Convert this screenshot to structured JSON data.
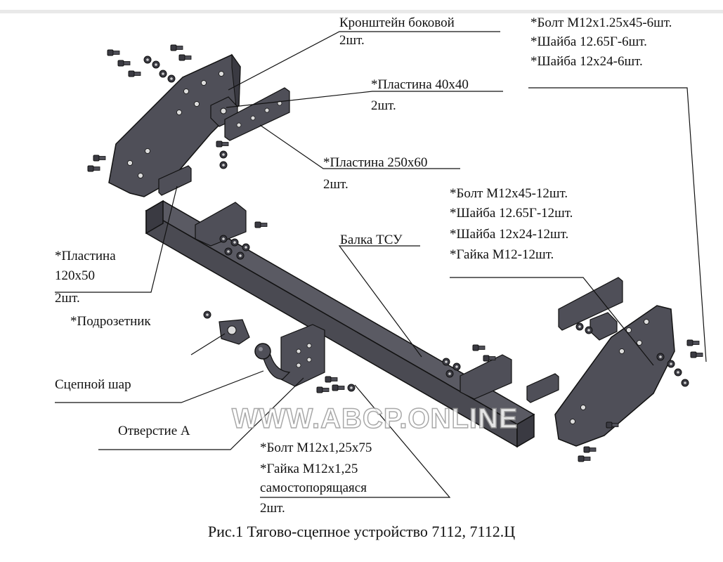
{
  "labels": {
    "bracket_line1": "Кронштейн боковой",
    "bracket_line2": "2шт.",
    "bolt_top_line1": "*Болт М12х1.25х45-6шт.",
    "bolt_top_line2": "*Шайба 12.65Г-6шт.",
    "bolt_top_line3": "*Шайба 12х24-6шт.",
    "plate40_line1": "*Пластина 40х40",
    "plate40_line2": "2шт.",
    "plate250_line1": "*Пластина 250х60",
    "plate250_line2": "2шт.",
    "bolt_mid_line1": "*Болт М12х45-12шт.",
    "bolt_mid_line2": "*Шайба 12.65Г-12шт.",
    "bolt_mid_line3": "*Шайба 12х24-12шт.",
    "bolt_mid_line4": "*Гайка М12-12шт.",
    "beam": "Балка ТСУ",
    "plate120_line1": "*Пластина",
    "plate120_line2": "120х50",
    "plate120_line3": "2шт.",
    "socket": "*Подрозетник",
    "ball": "Сцепной шар",
    "hole": "Отверстие А",
    "bolt75_line1": "*Болт М12х1,25х75",
    "bolt75_line2": "*Гайка М12х1,25",
    "bolt75_line3": "самостопорящаяся",
    "bolt75_line4": "2шт."
  },
  "caption": "Рис.1 Тягово-сцепное устройство 7112, 7112.Ц",
  "watermark": "WWW.ABCP.ONLINE",
  "colors": {
    "part_fill": "#4f4f58",
    "part_fill_dark": "#3a3a42",
    "part_stroke": "#111111",
    "hole_fill": "#dcdcdc",
    "leader": "#111111"
  }
}
